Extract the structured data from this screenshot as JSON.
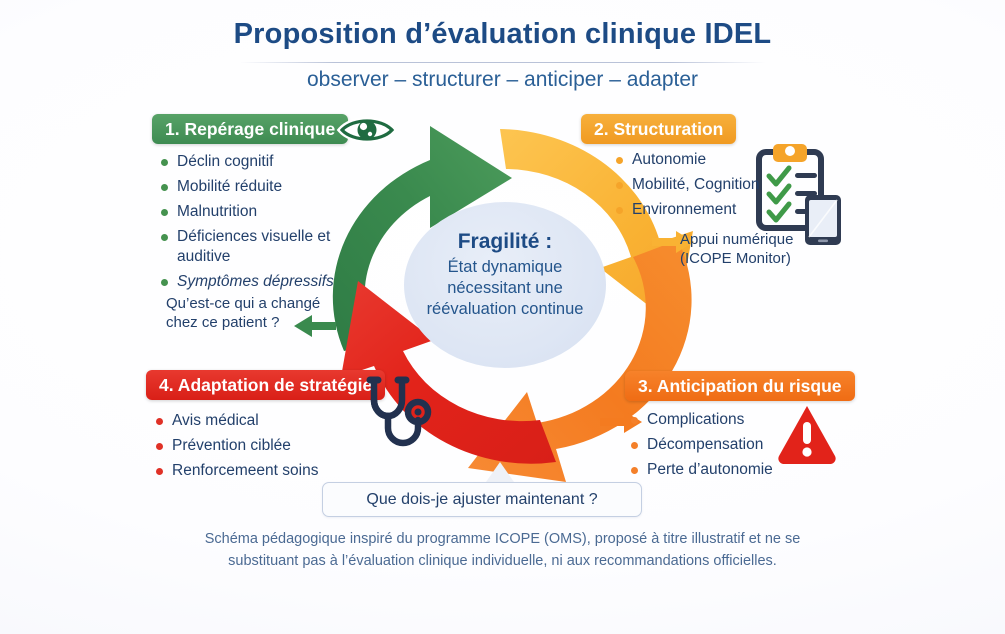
{
  "header": {
    "title": "Proposition d’évaluation clinique IDEL",
    "subtitle": "observer – structurer – anticiper – adapter"
  },
  "center": {
    "title": "Fragilité :",
    "line1": "État dynamique",
    "line2": "nécessitant une",
    "line3": "réévaluation continue"
  },
  "quadrants": [
    {
      "id": "q1",
      "header": "1. Repérage clinique",
      "color": "#3e8b52",
      "bullet_color": "#45924f",
      "icon": "eye-icon",
      "items": [
        {
          "text": "Déclin cognitif",
          "italic": false
        },
        {
          "text": "Mobilité réduite",
          "italic": false
        },
        {
          "text": "Malnutrition",
          "italic": false
        },
        {
          "text": "Déficiences visuelle et auditive",
          "italic": false
        },
        {
          "text": "Symptômes dépressifs",
          "italic": true
        }
      ],
      "note": "Qu’est-ce qui a changé chez ce patient ?"
    },
    {
      "id": "q2",
      "header": "2. Structuration",
      "color": "#f09a22",
      "bullet_color": "#f5a42a",
      "icon": "clipboard-checklist-icon",
      "items": [
        {
          "text": "Autonomie",
          "italic": false
        },
        {
          "text": "Mobilité, Cognition",
          "italic": false
        },
        {
          "text": "Environnement",
          "italic": false
        }
      ],
      "note": "Appui numérique (ICOPE Monitor)"
    },
    {
      "id": "q3",
      "header": "3. Anticipation du risque",
      "color": "#ef6c14",
      "bullet_color": "#f4802a",
      "icon": "warning-triangle-icon",
      "items": [
        {
          "text": "Complications",
          "italic": false
        },
        {
          "text": "Décompensation",
          "italic": false
        },
        {
          "text": "Perte d’autonomie",
          "italic": false
        }
      ],
      "note": ""
    },
    {
      "id": "q4",
      "header": "4. Adaptation de stratégie",
      "color": "#d91f17",
      "bullet_color": "#e03127",
      "icon": "stethoscope-icon",
      "items": [
        {
          "text": "Avis médical",
          "italic": false
        },
        {
          "text": "Prévention ciblée",
          "italic": false
        },
        {
          "text": "Renforcemeent soins",
          "italic": false
        }
      ],
      "note": ""
    }
  ],
  "notes": {
    "q1_note_line1": "Qu’est-ce qui a changé",
    "q1_note_line2": "chez ce patient ?",
    "q2_note_line1": "Appui numérique",
    "q2_note_line2": "(ICOPE Monitor)"
  },
  "question_pill": "Que dois-je ajuster maintenant ?",
  "footer": {
    "line1": "Schéma pédagogique inspiré du programme ICOPE (OMS), proposé à titre illustratif et ne se",
    "line2": "substituant pas à l’évaluation clinique individuelle, ni aux recommandations officielles."
  },
  "cycle": {
    "arrows": [
      {
        "name": "arrow-repérage",
        "color": "#3a8a4e",
        "position": "top-left"
      },
      {
        "name": "arrow-structuration",
        "color": "#f9b233",
        "position": "top-right"
      },
      {
        "name": "arrow-anticipation",
        "color": "#f47b20",
        "position": "bottom-right"
      },
      {
        "name": "arrow-adaptation",
        "color": "#e2231a",
        "position": "bottom-left"
      }
    ]
  },
  "colors": {
    "title": "#1d4b85",
    "text": "#23406b",
    "footer": "#4b6a93",
    "center_fill": "#dee6f4",
    "icon_navy": "#22314f"
  }
}
